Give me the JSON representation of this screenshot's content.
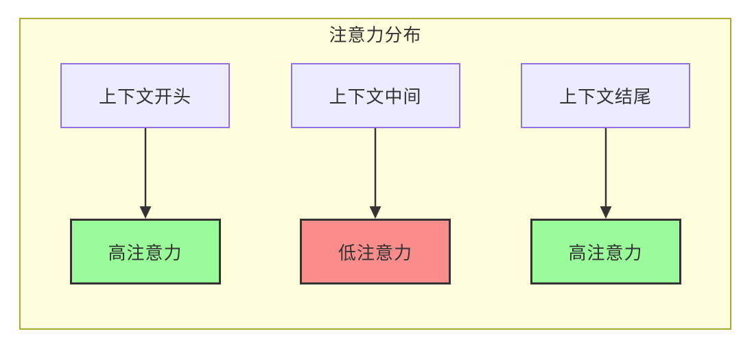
{
  "diagram": {
    "title": "注意力分布",
    "columns": [
      {
        "top_label": "上下文开头",
        "bottom_label": "高注意力",
        "attention_level": "high",
        "bottom_fill": "#9afb9a"
      },
      {
        "top_label": "上下文中间",
        "bottom_label": "低注意力",
        "attention_level": "low",
        "bottom_fill": "#fa8c8c"
      },
      {
        "top_label": "上下文结尾",
        "bottom_label": "高注意力",
        "attention_level": "high",
        "bottom_fill": "#9afb9a"
      }
    ],
    "colors": {
      "frame_fill": "#ffffde",
      "frame_border": "#aaaa33",
      "context_fill": "#ececff",
      "context_border": "#9370db",
      "result_border": "#333333",
      "arrow": "#333333",
      "text": "#333333"
    }
  }
}
